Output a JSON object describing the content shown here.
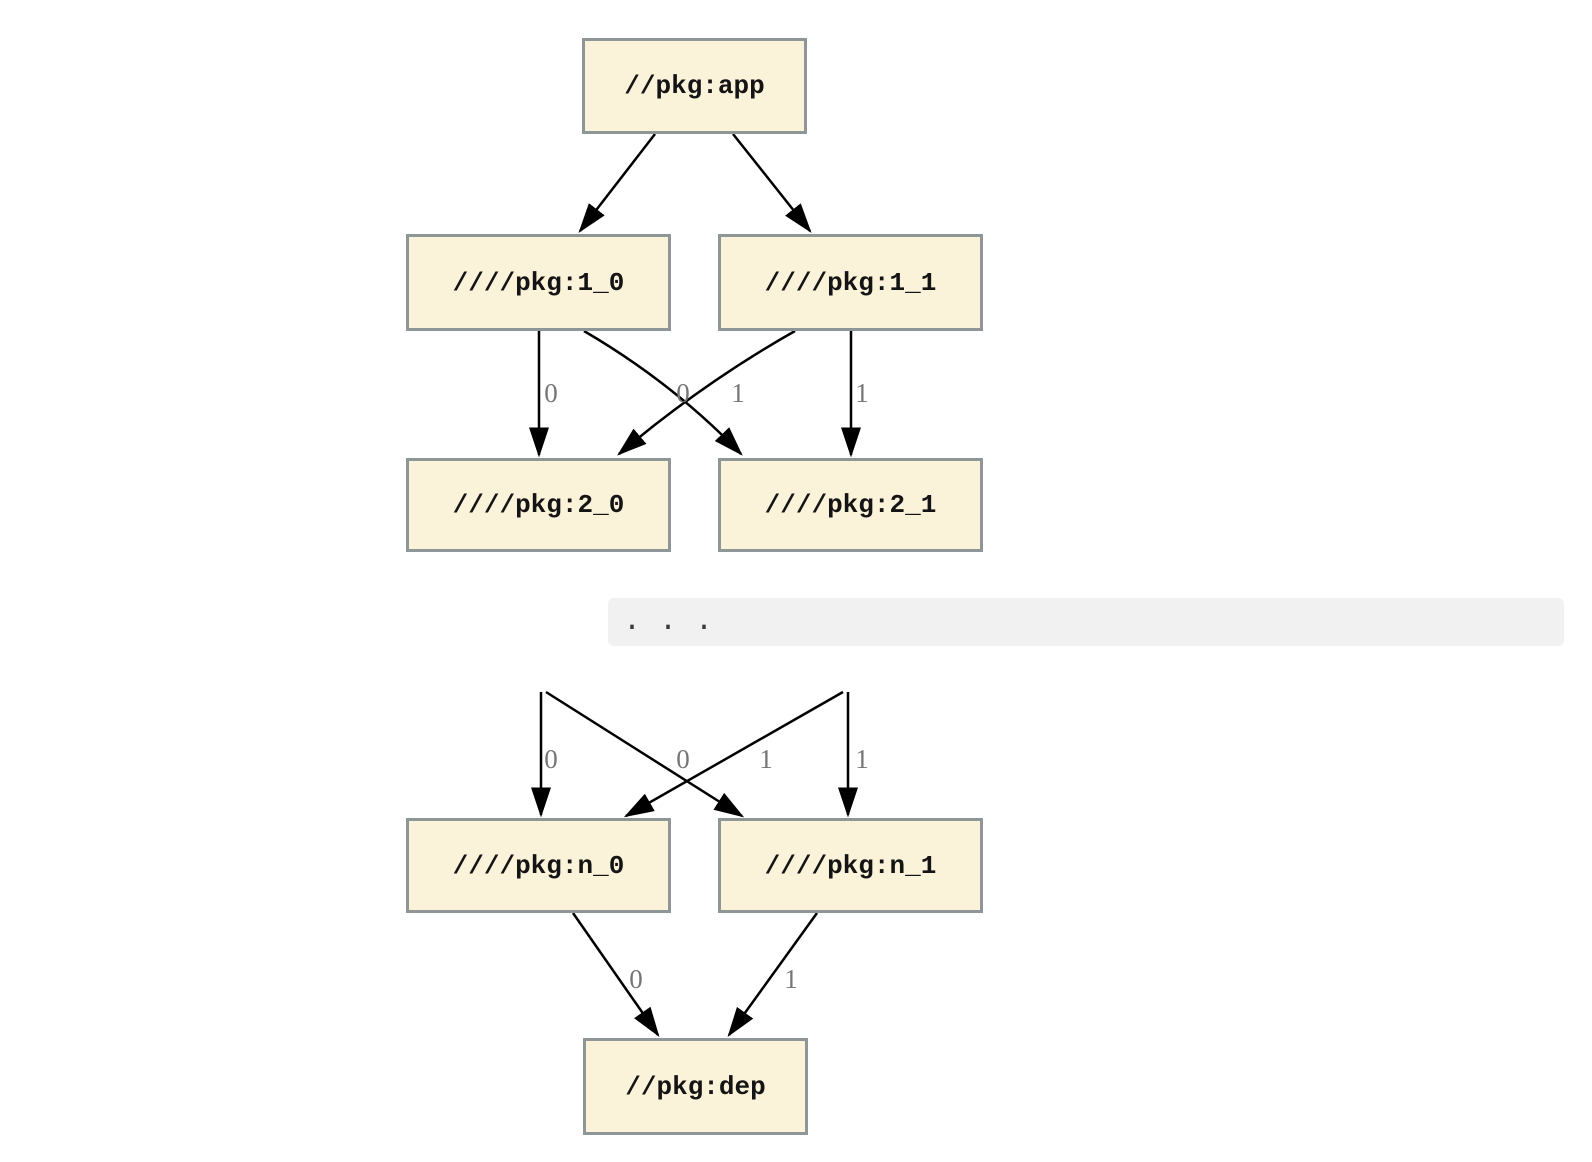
{
  "diagram": {
    "nodes": {
      "app": "//pkg:app",
      "l1_0": "////pkg:1_0",
      "l1_1": "////pkg:1_1",
      "l2_0": "////pkg:2_0",
      "l2_1": "////pkg:2_1",
      "ln_0": "////pkg:n_0",
      "ln_1": "////pkg:n_1",
      "dep": "//pkg:dep"
    },
    "edge_labels": {
      "level1_to_2": [
        "0",
        "0",
        "1",
        "1"
      ],
      "into_n": [
        "0",
        "0",
        "1",
        "1"
      ],
      "n_to_dep": [
        "0",
        "1"
      ]
    },
    "ellipsis": ". . .",
    "colors": {
      "node_fill": "#FBF2DA",
      "node_border": "#8F9698",
      "edge": "#000000",
      "edge_label_text": "#757575",
      "ellipsis_bg": "#F1F1F1",
      "ellipsis_text": "#3A3A3A",
      "background": "#FFFFFF"
    }
  }
}
